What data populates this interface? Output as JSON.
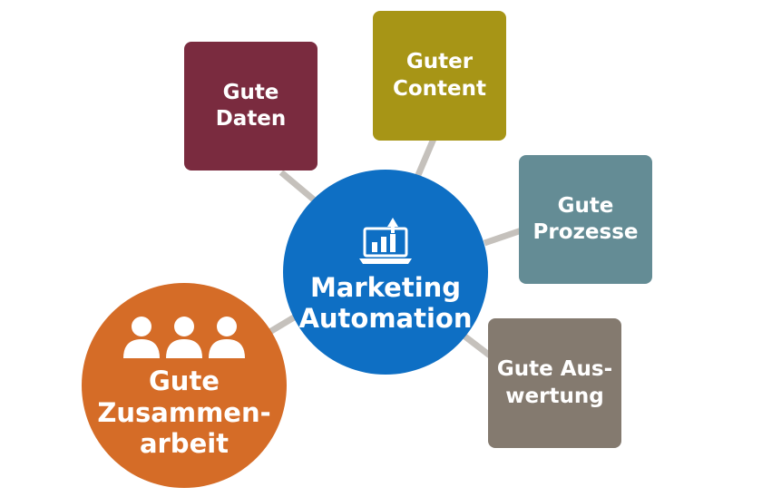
{
  "diagram": {
    "center": {
      "lines": [
        "Marketing",
        "Automation"
      ],
      "icon": "laptop-chart-icon",
      "color": "#0e6fc4"
    },
    "nodes": [
      {
        "id": "daten",
        "lines": [
          "Gute",
          "Daten"
        ],
        "color": "#7a2b3f"
      },
      {
        "id": "content",
        "lines": [
          "Guter",
          "Content"
        ],
        "color": "#a79516"
      },
      {
        "id": "prozesse",
        "lines": [
          "Gute",
          "Prozesse"
        ],
        "color": "#648c95"
      },
      {
        "id": "auswertung",
        "lines": [
          "Gute Aus-",
          "wertung"
        ],
        "color": "#847a6f"
      },
      {
        "id": "zusammenarbeit",
        "lines": [
          "Gute",
          "Zusammen-",
          "arbeit"
        ],
        "color": "#d56c27",
        "icon": "people-group-icon"
      }
    ],
    "connector_color": "#c5c1bc"
  }
}
